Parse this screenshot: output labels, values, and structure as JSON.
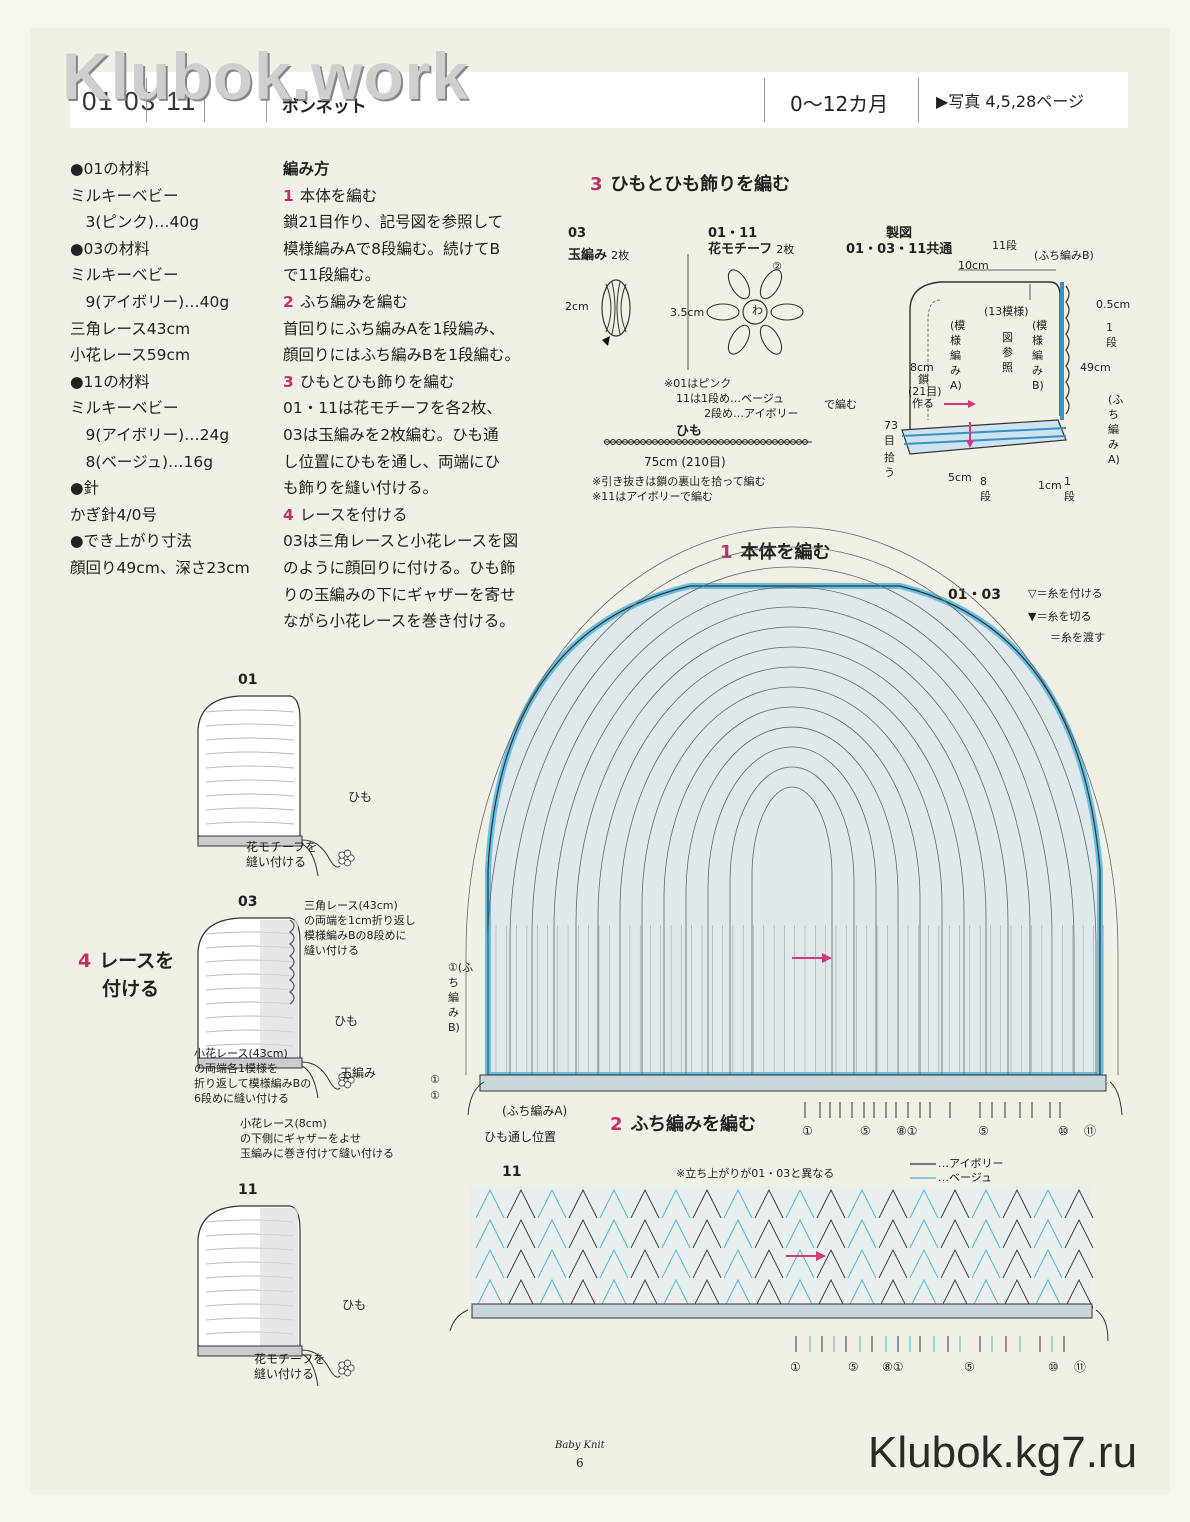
{
  "watermark_top": "Klubok.work",
  "watermark_bottom": "Klubok.kg7.ru",
  "header": {
    "numbers": "01  03  11",
    "title": "ボンネット",
    "age": "0～12カ月",
    "photo": "▶写真 4,5,28ページ"
  },
  "materials": [
    "●01の材料",
    "ミルキーベビー",
    "　3(ピンク)…40g",
    "●03の材料",
    "ミルキーベビー",
    "　9(アイボリー)…40g",
    "三角レース43cm",
    "小花レース59cm",
    "●11の材料",
    "ミルキーベビー",
    "　9(アイボリー)…24g",
    "　8(ベージュ)…16g",
    "●針",
    "かぎ針4/0号",
    "●でき上がり寸法",
    "顔回り49cm、深さ23cm"
  ],
  "method": {
    "title": "編み方",
    "steps": [
      {
        "num": "1",
        "title": "本体を編む",
        "body": [
          "鎖21目作り、記号図を参照して",
          "模様編みAで8段編む。続けてB",
          "で11段編む。"
        ]
      },
      {
        "num": "2",
        "title": "ふち編みを編む",
        "body": [
          "首回りにふち編みAを1段編み、",
          "顔回りにはふち編みBを1段編む。"
        ]
      },
      {
        "num": "3",
        "title": "ひもとひも飾りを編む",
        "body": [
          "01・11は花モチーフを各2枚、",
          "03は玉編みを2枚編む。ひも通",
          "し位置にひもを通し、両端にひ",
          "も飾りを縫い付ける。"
        ]
      },
      {
        "num": "4",
        "title": "レースを付ける",
        "body": [
          "03は三角レースと小花レースを図",
          "のように顔回りに付ける。ひも飾",
          "りの玉編みの下にギャザーを寄せ",
          "ながら小花レースを巻き付ける。"
        ]
      }
    ]
  },
  "section3": {
    "num": "3",
    "title": "ひもとひも飾りを編む",
    "tamaami_label_id": "03",
    "tamaami_label": "玉編み",
    "tamaami_count": "2枚",
    "tamaami_size": "2cm",
    "flower_label_id": "01・11",
    "flower_label": "花モチーフ",
    "flower_count": "2枚",
    "flower_size": "3.5cm",
    "flower_center": "わ",
    "flower_round": "②",
    "flower_note": [
      "※01はピンク",
      "11は1段め…ベージュ",
      "2段め…アイボリー"
    ],
    "flower_note_suffix": "で編む",
    "himo_label": "ひも",
    "himo_size": "75cm (210目)",
    "himo_notes": [
      "※引き抜きは鎖の裏山を拾って編む",
      "※11はアイボリーで編む"
    ],
    "seizu_label": "製図",
    "seizu_label2": "01・03・11共通",
    "seizu_labels": {
      "top_11": "11段",
      "fuchiB": "(ふち編みB)",
      "w10": "10cm",
      "moyou13": "(13模様)",
      "w05": "0.5cm",
      "one_dan_r": "1段",
      "moyouA": "(模様編みA)",
      "zusansho": "図参照",
      "moyouB": "(模様編みB)",
      "w49": "49cm",
      "fuchiA": "(ふち編みA)",
      "chain_8cm": "8cm",
      "chain_kusari": "鎖",
      "chain_21": "(21目)",
      "chain_tsukuru": "作る",
      "left_73": "73目",
      "left_hirou": "拾う",
      "bottom_5cm": "5cm",
      "bottom_8dan": "8段",
      "bottom_1cm": "1cm",
      "bottom_1dan": "1段"
    }
  },
  "section1": {
    "num": "1",
    "title": "本体を編む",
    "id": "01・03",
    "legend": [
      "▽＝糸を付ける",
      "▼＝糸を切る",
      "＝糸を渡す"
    ],
    "left_label": "①(ふち編みB)",
    "row_markers": [
      "①",
      "①"
    ],
    "fuchiA": "(ふち編みA)",
    "himo_pos": "ひも通し位置",
    "bottom_nums": [
      "①",
      "⑤",
      "⑧①",
      "⑤",
      "⑩",
      "⑪"
    ]
  },
  "section2": {
    "num": "2",
    "title": "ふち編みを編む"
  },
  "section11": {
    "id": "11",
    "note": "※立ち上がりが01・03と異なる",
    "legend_ivory": "…アイボリー",
    "legend_beige": "…ベージュ",
    "bottom_nums": [
      "①",
      "⑤",
      "⑧①",
      "⑤",
      "⑩",
      "⑪"
    ]
  },
  "section4": {
    "num": "4",
    "title1": "レースを",
    "title2": "付ける",
    "id01": "01",
    "id03": "03",
    "id11": "11",
    "himo": "ひも",
    "flower_sew": [
      "花モチーフを",
      "縫い付ける"
    ],
    "lace_tri": [
      "三角レース(43cm)",
      "の両端を1cm折り返し",
      "模様編みBの8段めに",
      "縫い付ける"
    ],
    "lace_small": [
      "小花レース(43cm)",
      "の両端各1模様を",
      "折り返して模様編みBの",
      "6段めに縫い付ける"
    ],
    "tamaami": "玉編み",
    "lace_small8": [
      "小花レース(8cm)",
      "の下側にギャザーをよせ",
      "玉編みに巻き付けて縫い付ける"
    ]
  },
  "footer": {
    "magazine": "Baby Knit",
    "page": "6"
  },
  "colors": {
    "accent": "#c0306a",
    "blue": "#5bb8dc",
    "arrow": "#d23a7a"
  }
}
